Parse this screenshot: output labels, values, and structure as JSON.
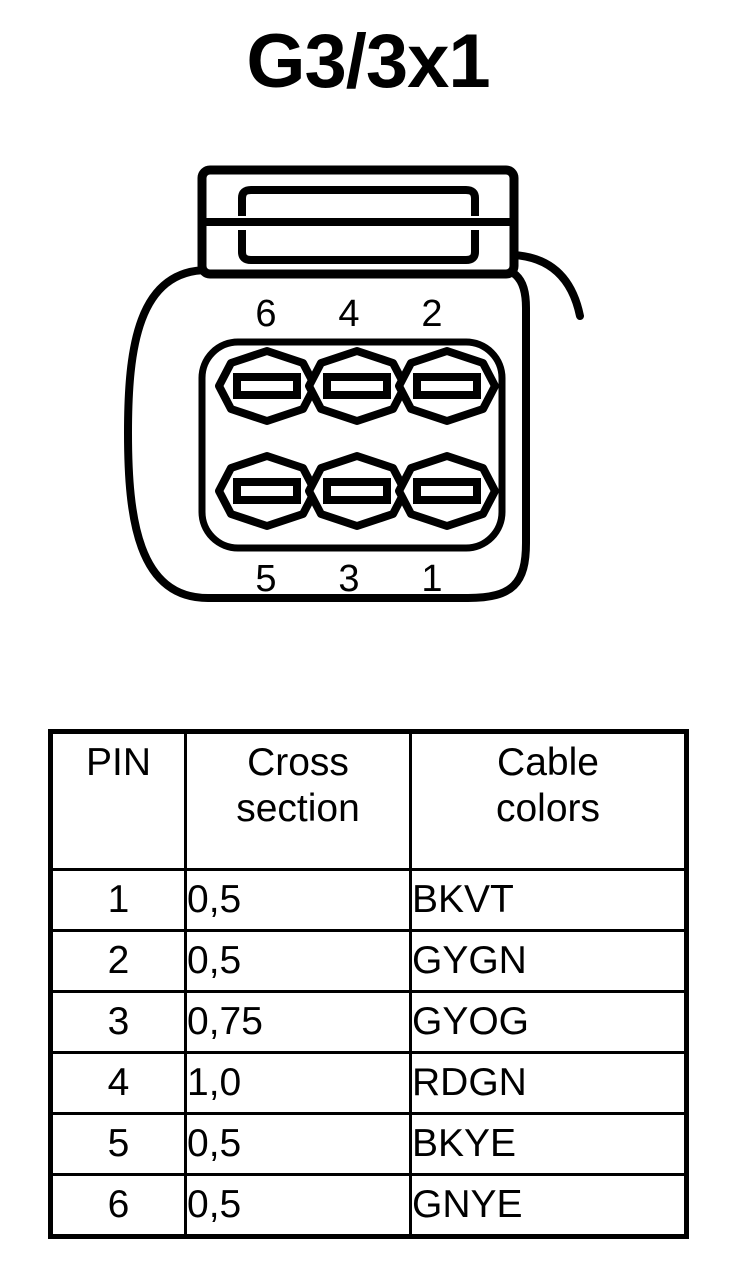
{
  "title": "G3/3x1",
  "connector": {
    "pin_labels_top": [
      "6",
      "4",
      "2"
    ],
    "pin_labels_bottom": [
      "5",
      "3",
      "1"
    ],
    "cavity_count": 6,
    "stroke_color": "#000000",
    "fill_color": "#ffffff"
  },
  "table": {
    "headers": {
      "pin": "PIN",
      "cross_line1": "Cross",
      "cross_line2": "section",
      "colors_line1": "Cable",
      "colors_line2": "colors"
    },
    "rows": [
      {
        "pin": "1",
        "cross_section": "0,5",
        "cable_colors": "BKVT"
      },
      {
        "pin": "2",
        "cross_section": "0,5",
        "cable_colors": "GYGN"
      },
      {
        "pin": "3",
        "cross_section": "0,75",
        "cable_colors": "GYOG"
      },
      {
        "pin": "4",
        "cross_section": "1,0",
        "cable_colors": "RDGN"
      },
      {
        "pin": "5",
        "cross_section": "0,5",
        "cable_colors": "BKYE"
      },
      {
        "pin": "6",
        "cross_section": "0,5",
        "cable_colors": "GNYE"
      }
    ]
  }
}
